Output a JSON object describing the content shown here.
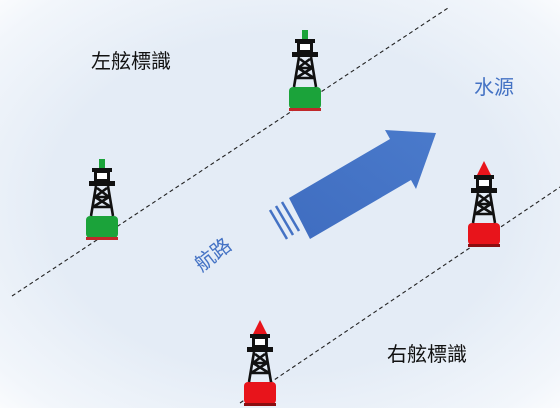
{
  "labels": {
    "left_buoy": "左舷標識",
    "right_buoy": "右舷標識",
    "upstream": "水源",
    "channel": "航路"
  },
  "colors": {
    "port_buoy": "#1BA33A",
    "starboard_buoy": "#E8141B",
    "arrow": "#4472C4",
    "label_accent": "#4472C4",
    "background": "#E4ECF6"
  }
}
